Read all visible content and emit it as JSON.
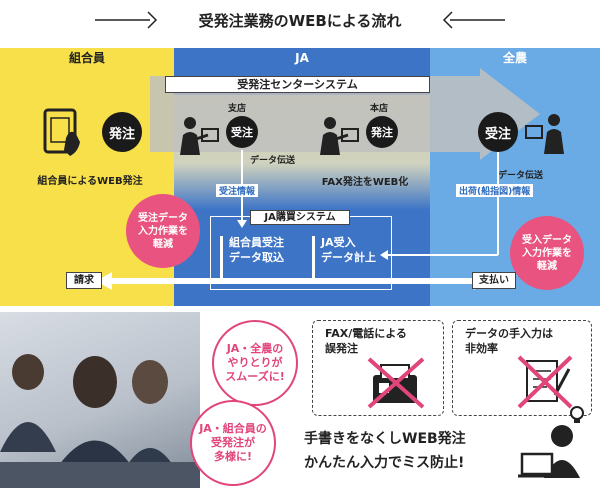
{
  "title": "受発注業務のWEBによる流れ",
  "columns": {
    "left": "組合員",
    "middle": "JA",
    "right": "全農"
  },
  "system_banner": "受発注センターシステム",
  "nodes": {
    "order_a": "発注",
    "order_b": "受注",
    "order_c": "発注",
    "order_d": "受注",
    "branch": "支店",
    "head_office": "本店"
  },
  "captions": {
    "member_web": "組合員によるWEB発注",
    "fax_web": "FAX発注をWEB化",
    "data_transfer_1": "データ伝送",
    "data_transfer_2": "データ伝送",
    "order_info": "受注情報",
    "shipping_info": "出荷(船指図)情報"
  },
  "ja_system": {
    "title": "JA購買システム",
    "item_1": "組合員受注\nデータ取込",
    "item_2": "JA受入\nデータ計上"
  },
  "benefits": {
    "left": "受注データ\n入力作業を\n軽減",
    "right": "受入データ\n入力作業を\n軽減"
  },
  "billing": {
    "invoice": "請求",
    "payment": "支払い"
  },
  "bottom": {
    "bubble_1": "JA・全農の\nやりとりが\nスムーズに!",
    "bubble_2": "JA・組合員の\n受発注が\n多様に!",
    "problem_1": "FAX/電話による\n誤発注",
    "problem_2": "データの手入力は\n非効率",
    "slogan_1": "手書きをなくしWEB発注",
    "slogan_2": "かんたん入力でミス防止!"
  },
  "colors": {
    "member": "#f7e04a",
    "ja": "#3d74c6",
    "zennoh": "#6aabe6",
    "accent_pink": "#e0457b",
    "order_circle": "#1a1a1a"
  }
}
